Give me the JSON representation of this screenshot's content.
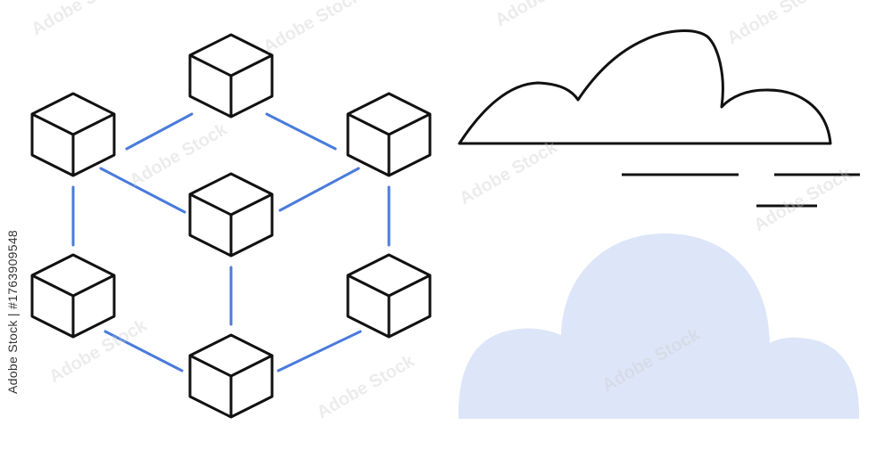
{
  "illustration": {
    "subject": "blockchain network cube and clouds",
    "colors": {
      "stroke": "#111111",
      "connector": "#4a7bdc",
      "cloud_fill": "#dde6f8",
      "background": "#ffffff"
    },
    "icons": [
      "cube-icon",
      "cloud-outline-icon",
      "cloud-filled-icon"
    ]
  },
  "stock_id": "Adobe Stock | #1763909548",
  "watermark": "Adobe Stock"
}
